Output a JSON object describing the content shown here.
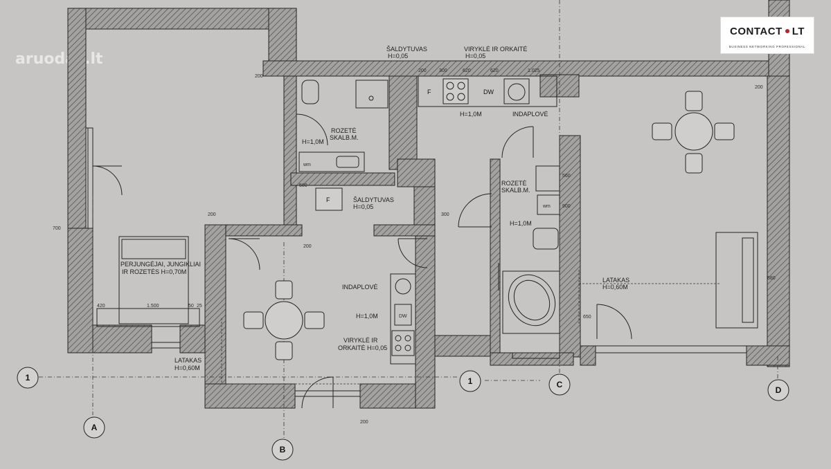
{
  "watermark": "aruodas.lt",
  "logo": {
    "name_left": "CONTACT",
    "name_right": "LT",
    "tagline": "BUSINESS NETWORKING PROFESSIONAL",
    "accent_color": "#c61d23"
  },
  "colors": {
    "paper": "#c6c5c3",
    "wall_fill": "#9e9d9b",
    "line": "#222222"
  },
  "grid_axes": [
    {
      "label": "1"
    },
    {
      "label": "1"
    },
    {
      "label": "A"
    },
    {
      "label": "B"
    },
    {
      "label": "C"
    },
    {
      "label": "D"
    }
  ],
  "labels": {
    "fridge_top": [
      "ŠALDYTUVAS",
      "H=0,05"
    ],
    "hob_top": [
      "VIRYKLĖ IR ORKAITĖ",
      "H=0,05"
    ],
    "h1_kitchen": "H=1,0M",
    "sink_kitchen": "INDAPLOVĖ",
    "socket_bath1": [
      "ROZETĖ",
      "SKALB.M."
    ],
    "h1_bath1": "H=1,0M",
    "fridge_mid": [
      "ŠALDYTUVAS",
      "H=0,05"
    ],
    "socket_bath2": [
      "ROZETĖ",
      "SKALB.M."
    ],
    "h1_bath2": "H=1,0M",
    "switches": [
      "PERJUNGĖJAI, JUNGIKLIAI",
      "IR ROZETĖS H=0,70M"
    ],
    "dishwasher_mid": "INDAPLOVĖ",
    "h1_mid": "H=1,0M",
    "hob_mid": [
      "VIRYKLĖ IR",
      "ORKAITĖ H=0,05"
    ],
    "gutter_left": [
      "LATAKAS",
      "H=0,60M"
    ],
    "gutter_right": [
      "LATAKAS",
      "H=0,60M"
    ]
  },
  "fixtures": {
    "fridge": "F",
    "dishwasher": "DW",
    "washing_machine": "wm"
  },
  "dimensions": [
    "200",
    "300",
    "620",
    "620",
    "1.025",
    "200",
    "300",
    "200",
    "200",
    "420",
    "1.500",
    "50",
    "25",
    "900",
    "200",
    "700",
    "650",
    "200",
    "560",
    "580",
    "500"
  ]
}
